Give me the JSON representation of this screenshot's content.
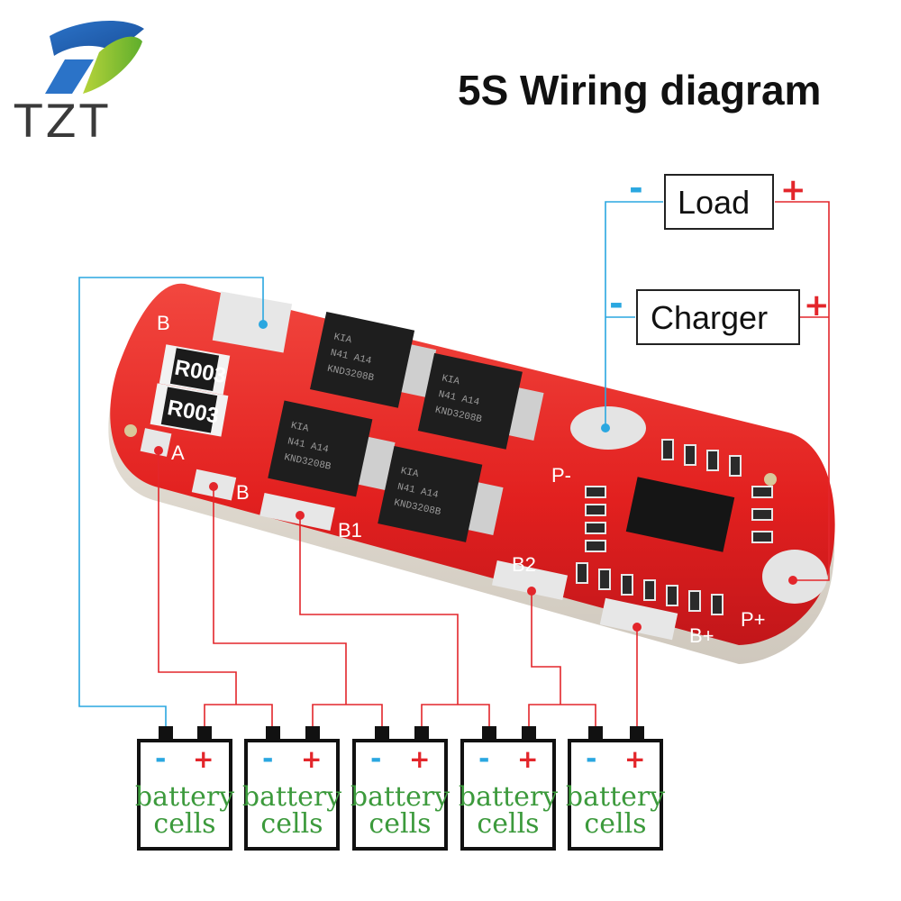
{
  "brand": {
    "logo_text": "TZT"
  },
  "title": "5S Wiring diagram",
  "load_box": {
    "label": "Load",
    "minus": "-",
    "plus": "+"
  },
  "charger_box": {
    "label": "Charger",
    "minus": "-",
    "plus": "+"
  },
  "board": {
    "pads": {
      "b_top": "B",
      "a": "A",
      "b": "B",
      "b1": "B1",
      "b2": "B2",
      "p_minus": "P-",
      "p_plus": "P+",
      "b_plus": "B+"
    },
    "resistor_marking": "R003",
    "mosfet_marking_1": "KIA",
    "mosfet_marking_2": "N41 A14",
    "mosfet_marking_3": "KND3208B"
  },
  "cells": [
    {
      "minus": "-",
      "plus": "+",
      "line1": "battery",
      "line2": "cells"
    },
    {
      "minus": "-",
      "plus": "+",
      "line1": "battery",
      "line2": "cells"
    },
    {
      "minus": "-",
      "plus": "+",
      "line1": "battery",
      "line2": "cells"
    },
    {
      "minus": "-",
      "plus": "+",
      "line1": "battery",
      "line2": "cells"
    },
    {
      "minus": "-",
      "plus": "+",
      "line1": "battery",
      "line2": "cells"
    }
  ],
  "colors": {
    "wire_red": "#e3262b",
    "wire_blue": "#2aa7e0",
    "board_red": "#e8282c",
    "label_green": "#3c9a3c"
  }
}
